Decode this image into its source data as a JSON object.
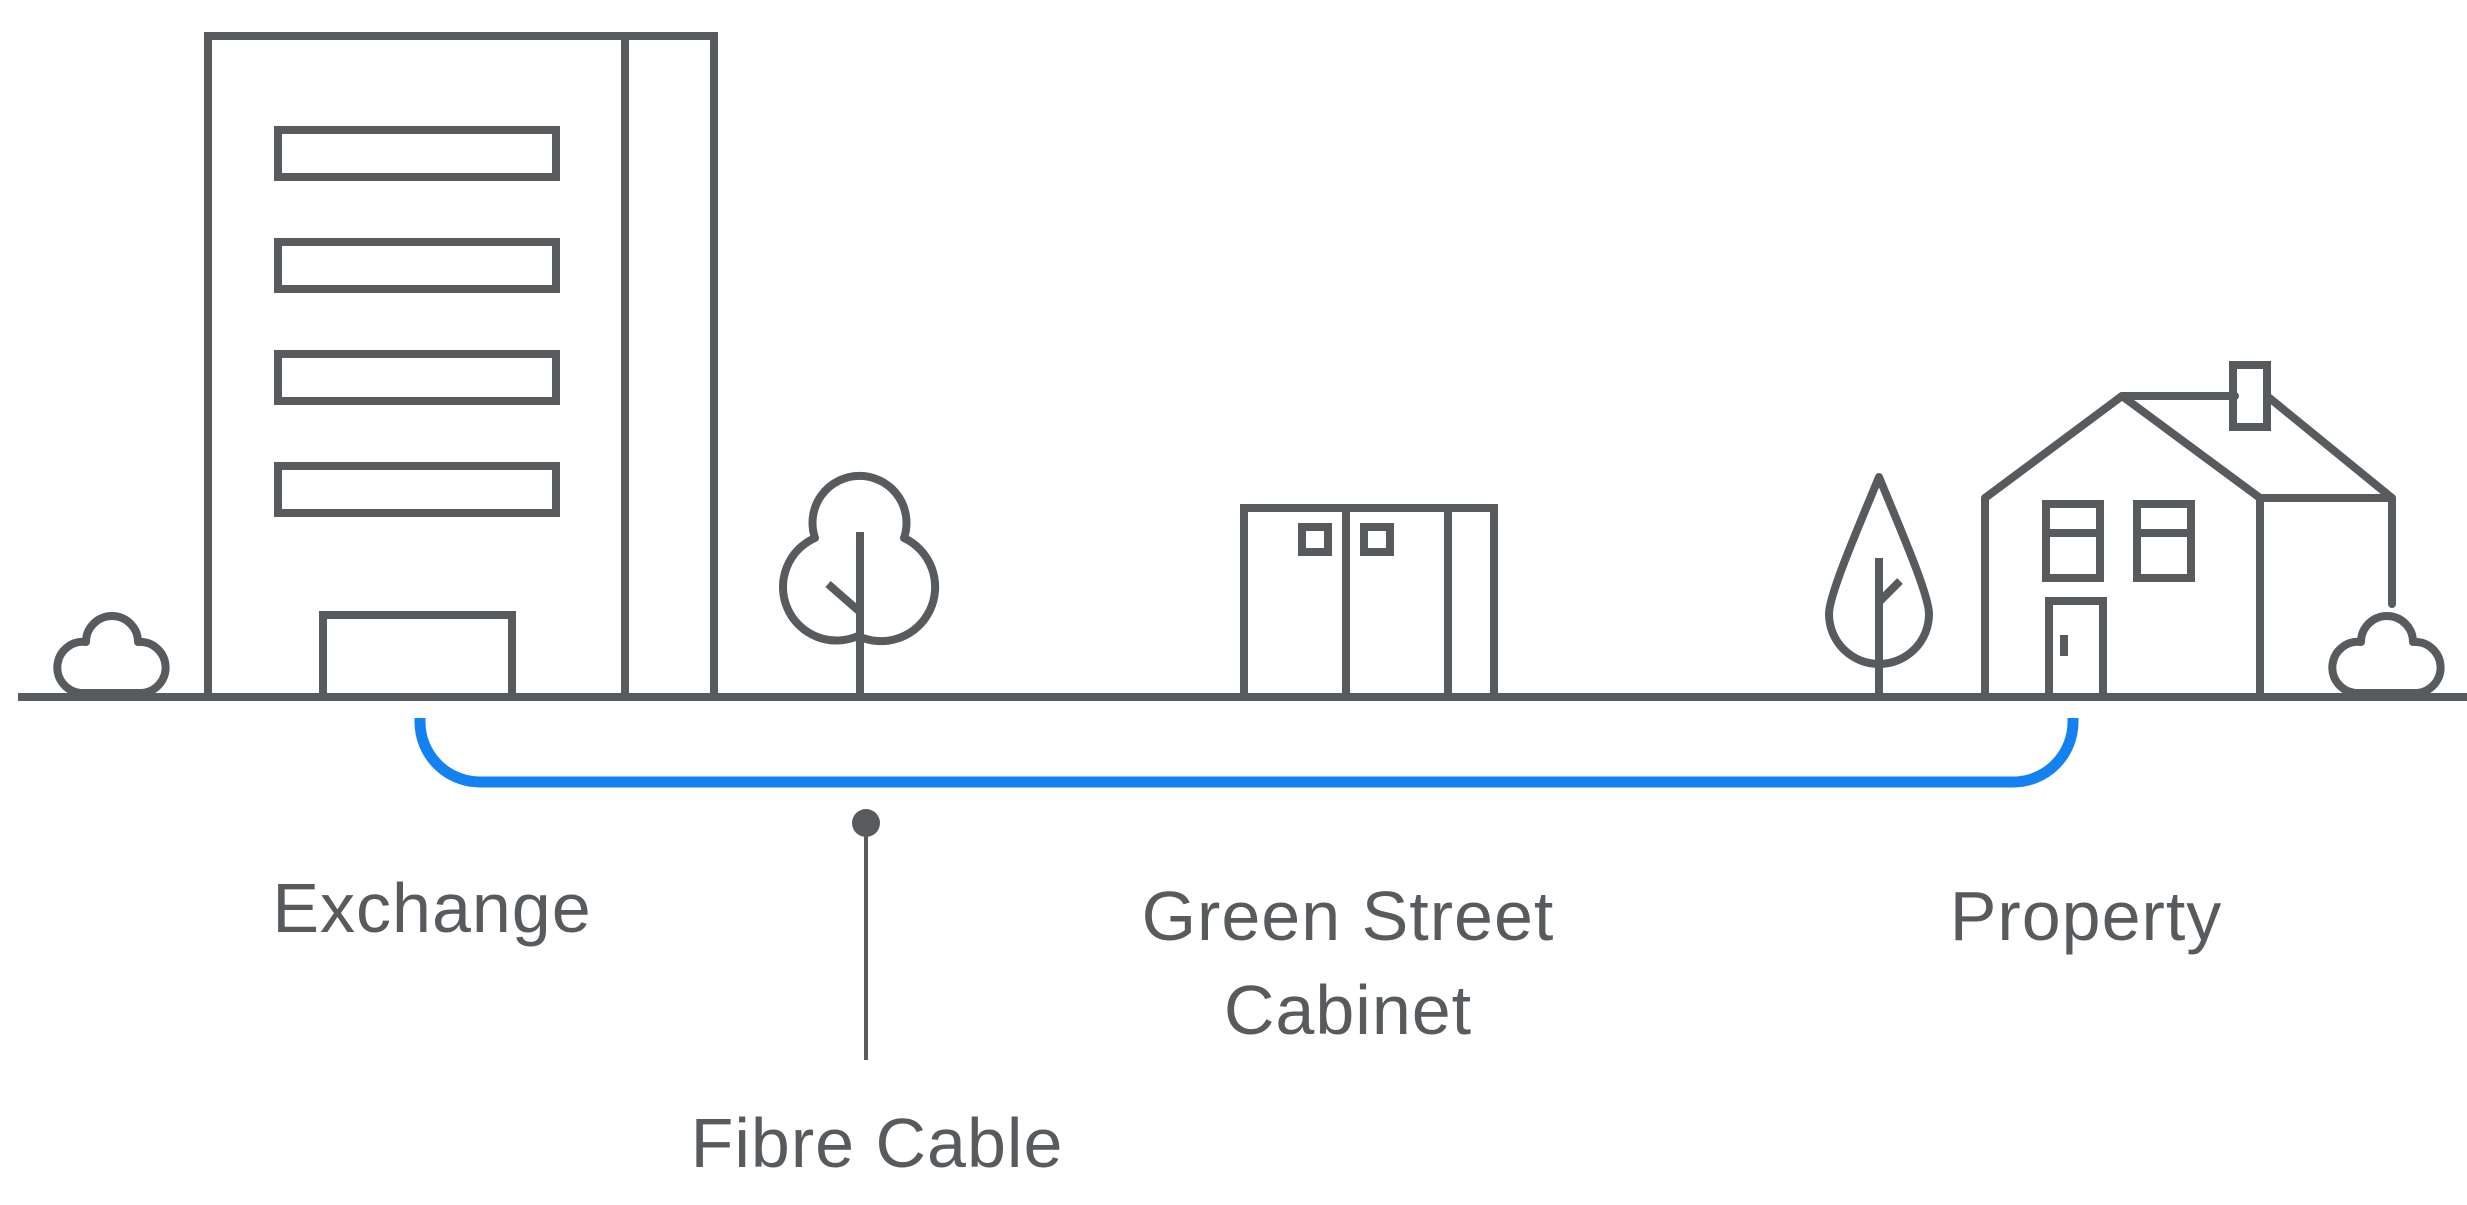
{
  "labels": {
    "exchange": "Exchange",
    "fibre_cable": "Fibre Cable",
    "cabinet_line1": "Green Street",
    "cabinet_line2": "Cabinet",
    "property": "Property"
  },
  "colors": {
    "line": "#575b5e",
    "fibre": "#1381f2",
    "background": "#ffffff"
  },
  "icons": {
    "exchange": "office-building-icon",
    "tree_round": "deciduous-tree-icon",
    "cabinet": "street-cabinet-icon",
    "tree_narrow": "poplar-tree-icon",
    "house": "house-icon",
    "bush": "bush-icon"
  }
}
